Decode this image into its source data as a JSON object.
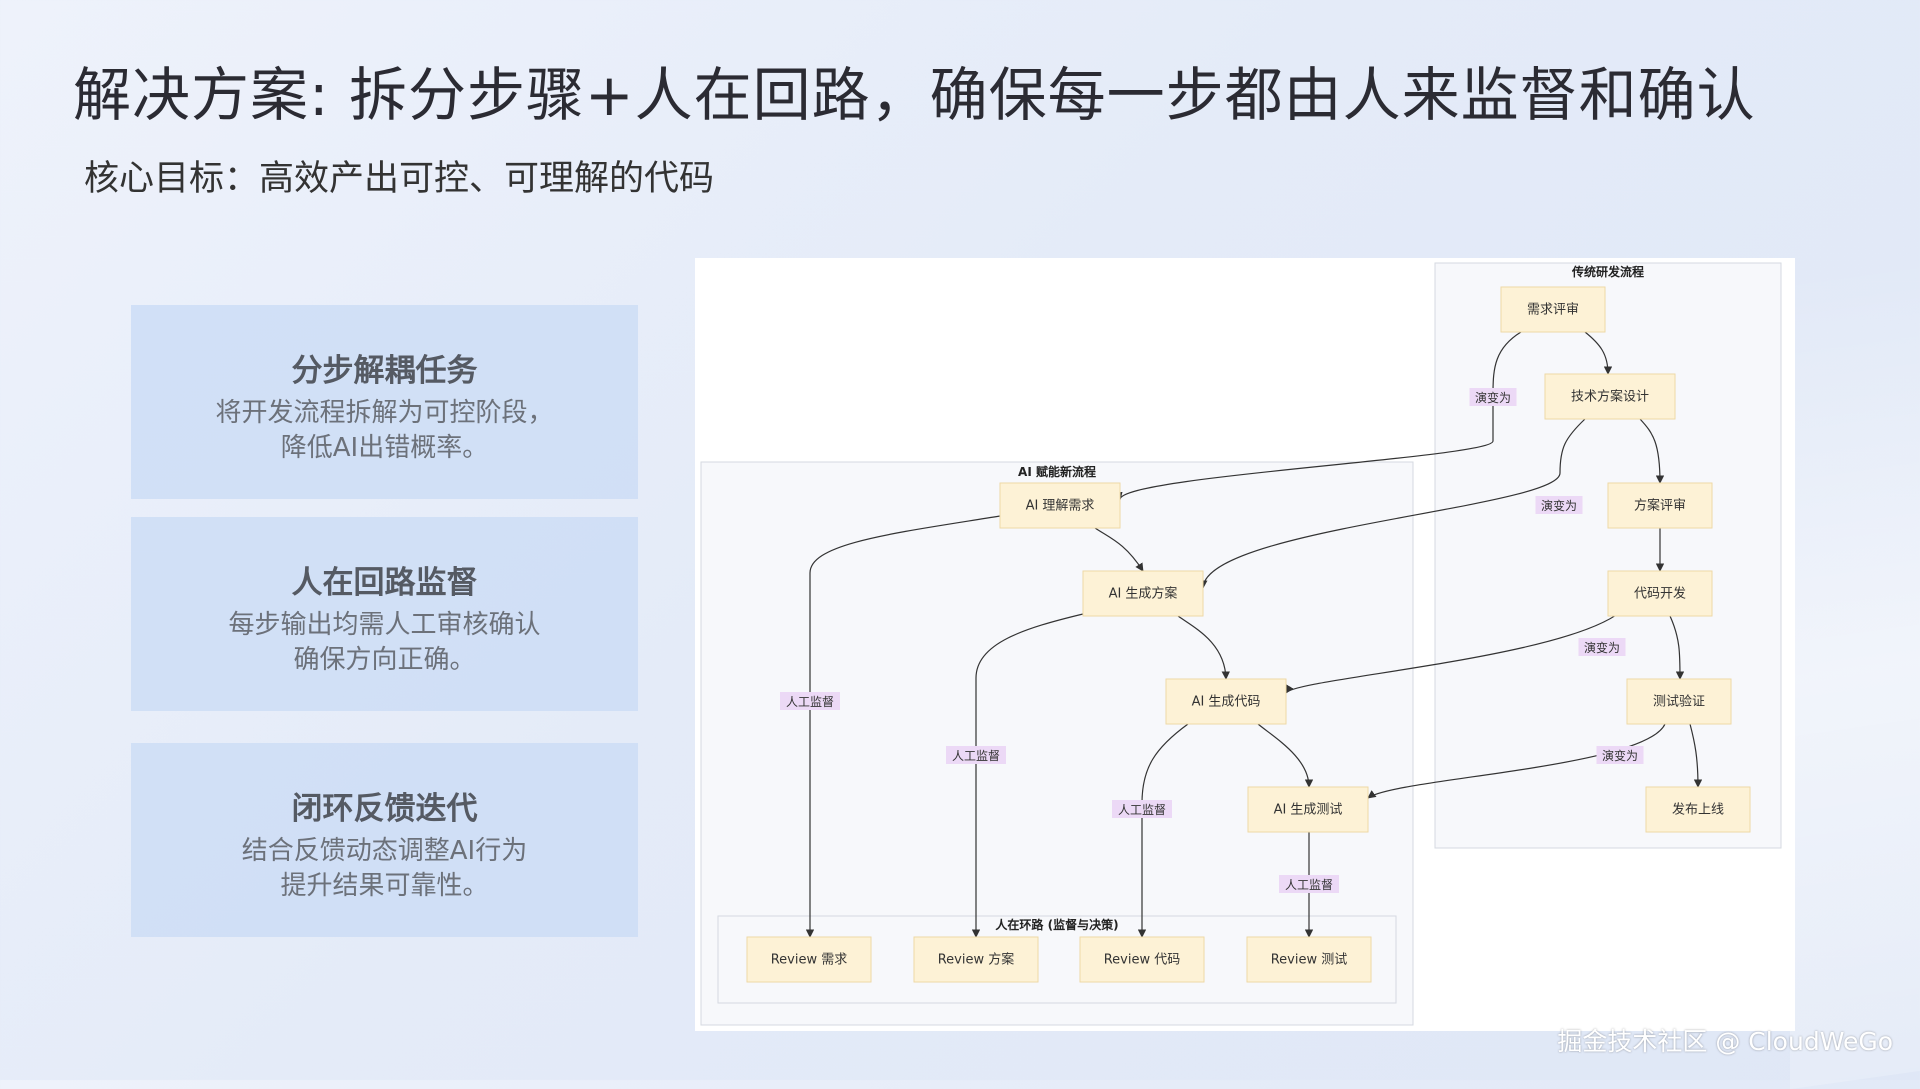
{
  "slide": {
    "title": "解决方案: 拆分步骤+人在回路，确保每一步都由人来监督和确认",
    "subtitle": "核心目标：高效产出可控、可理解的代码"
  },
  "cards": [
    {
      "heading": "分步解耦任务",
      "line1": "将开发流程拆解为可控阶段，",
      "line2": "降低AI出错概率。"
    },
    {
      "heading": "人在回路监督",
      "line1": "每步输出均需人工审核确认",
      "line2": "确保方向正确。"
    },
    {
      "heading": "闭环反馈迭代",
      "line1": "结合反馈动态调整AI行为",
      "line2": "提升结果可靠性。"
    }
  ],
  "diagram": {
    "groups": {
      "traditional": "传统研发流程",
      "ai": "AI 赋能新流程",
      "human": "人在环路 (监督与决策)"
    },
    "nodes": {
      "req_review": "需求评审",
      "tech_design": "技术方案设计",
      "plan_review": "方案评审",
      "code_dev": "代码开发",
      "test_verify": "测试验证",
      "release": "发布上线",
      "ai_understand": "AI 理解需求",
      "ai_plan": "AI 生成方案",
      "ai_code": "AI 生成代码",
      "ai_test": "AI 生成测试",
      "review_req": "Review 需求",
      "review_plan": "Review 方案",
      "review_code": "Review 代码",
      "review_test": "Review 测试"
    },
    "edge_labels": {
      "evolve": "演变为",
      "supervise": "人工监督"
    },
    "colors": {
      "node_fill": "#fdf2d6",
      "node_stroke": "#eed9a6",
      "label_bg": "#ecd9f6",
      "group_fill": "#f7f8fb",
      "group_stroke": "#d5d9e0"
    }
  },
  "watermark": "掘金技术社区 @ CloudWeGo"
}
